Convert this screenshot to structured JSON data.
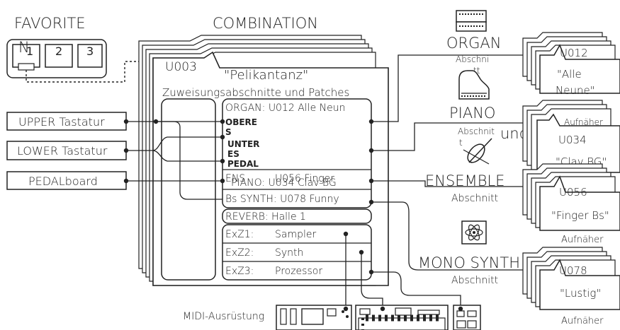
{
  "favorite": {
    "title": "FAVORITE",
    "corner_letter": "N",
    "slots": [
      "1",
      "2",
      "3"
    ]
  },
  "combination": {
    "title": "COMBINATION",
    "number": "U003",
    "name": "\"Pelikantanz\"",
    "subtitle": "Zuweisungsabschnitte und Patches",
    "rows": {
      "organ": "ORGAN: U012 Alle Neun",
      "piano": "PIANO: U034 Clav BG",
      "ensemble": "ENS",
      "ensemble_overlap": "U056 Finger",
      "synth": "Bs SYNTH: U078 Funny",
      "reverb": "REVERB: Halle 1"
    },
    "manuals": {
      "upper_1": "OBERE",
      "upper_2": "S",
      "lower_1": "UNTER",
      "lower_2": "ES",
      "pedal": "PEDAL"
    },
    "exz": [
      {
        "label": "ExZ1:",
        "value": "Sampler"
      },
      {
        "label": "ExZ2:",
        "value": "Synth"
      },
      {
        "label": "ExZ3:",
        "value": "Prozessor"
      }
    ]
  },
  "inputs": [
    "UPPER Tastatur",
    "LOWER Tastatur",
    "PEDALboard"
  ],
  "sections": {
    "organ": {
      "name": "ORGAN",
      "label_1": "Abschni",
      "label_2": "tt"
    },
    "piano": {
      "name": "PIANO",
      "label_1": "Abschnit",
      "label_2": "t"
    },
    "und": "und",
    "ensemble": {
      "name": "ENSEMBLE",
      "label": "Abschnitt"
    },
    "mono": {
      "name": "MONO SYNTH",
      "label": "Abschnitt"
    }
  },
  "patches": [
    {
      "number": "U012",
      "name_1": "\"Alle",
      "name_2": "Neune\""
    },
    {
      "top_label": "Aufnäher",
      "number": "U034",
      "name": "\"Clav BG\""
    },
    {
      "number": "U056",
      "name": "\"Finger Bs\"",
      "bottom_label": "Aufnäher"
    },
    {
      "number": "U078",
      "name": "\"Lustig\"",
      "bottom_label": "Aufnäher"
    }
  ],
  "midi": {
    "label": "MIDI-Ausrüstung"
  }
}
